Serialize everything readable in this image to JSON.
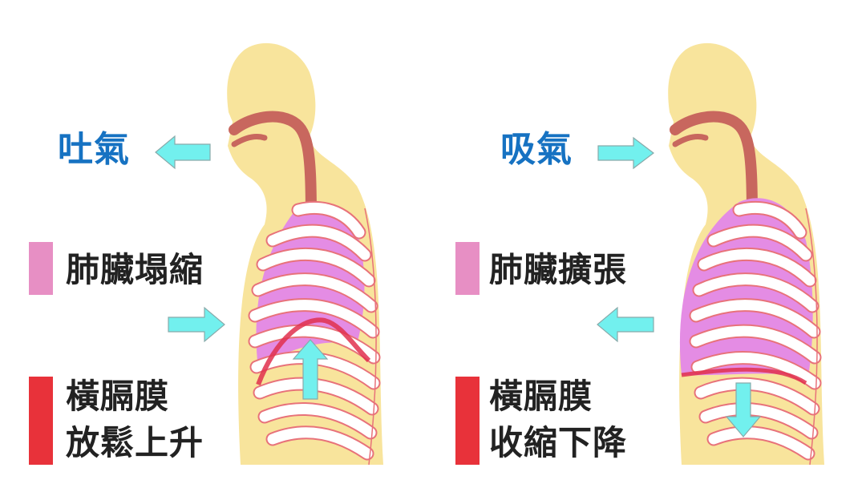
{
  "colors": {
    "body": "#f8e49c",
    "airway": "#c8675e",
    "lung": "#e48ce4",
    "rib_outline": "#e8727a",
    "diaphragm": "#e0304e",
    "arrow": "#72f0ee",
    "title_blue": "#1672c2",
    "lung_bar": "#e78fc4",
    "diaphragm_bar": "#e8323a"
  },
  "exhale": {
    "title": "吐氣",
    "lung_label": "肺臟塌縮",
    "diaphragm_line1": "橫膈膜",
    "diaphragm_line2": "放鬆上升"
  },
  "inhale": {
    "title": "吸氣",
    "lung_label": "肺臟擴張",
    "diaphragm_line1": "橫膈膜",
    "diaphragm_line2": "收縮下降"
  }
}
